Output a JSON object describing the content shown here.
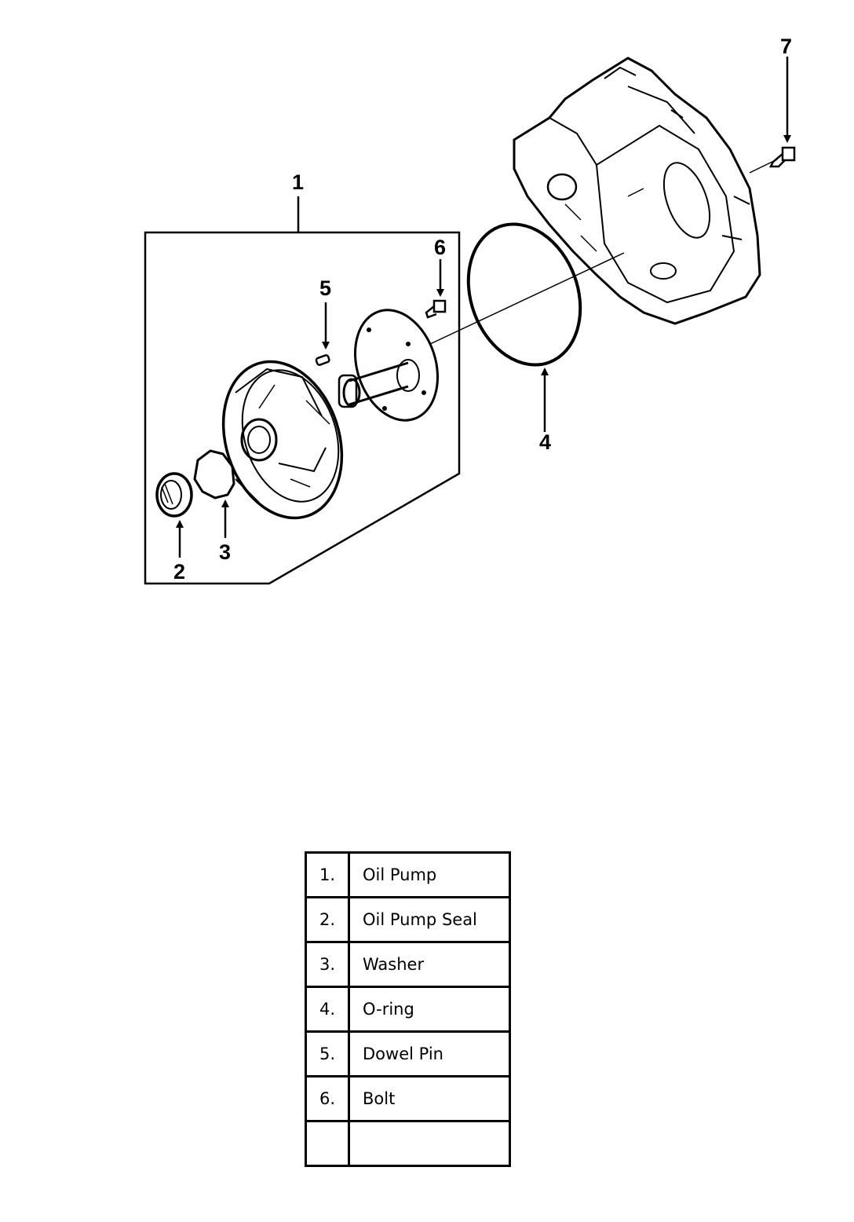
{
  "diagram": {
    "callouts": [
      "1",
      "2",
      "3",
      "4",
      "5",
      "6",
      "7"
    ]
  },
  "legend": {
    "rows": [
      {
        "num": "1.",
        "name": "Oil Pump"
      },
      {
        "num": "2.",
        "name": "Oil Pump Seal"
      },
      {
        "num": "3.",
        "name": "Washer"
      },
      {
        "num": "4.",
        "name": "O-ring"
      },
      {
        "num": "5.",
        "name": "Dowel Pin"
      },
      {
        "num": "6.",
        "name": "Bolt"
      },
      {
        "num": "",
        "name": ""
      }
    ]
  }
}
